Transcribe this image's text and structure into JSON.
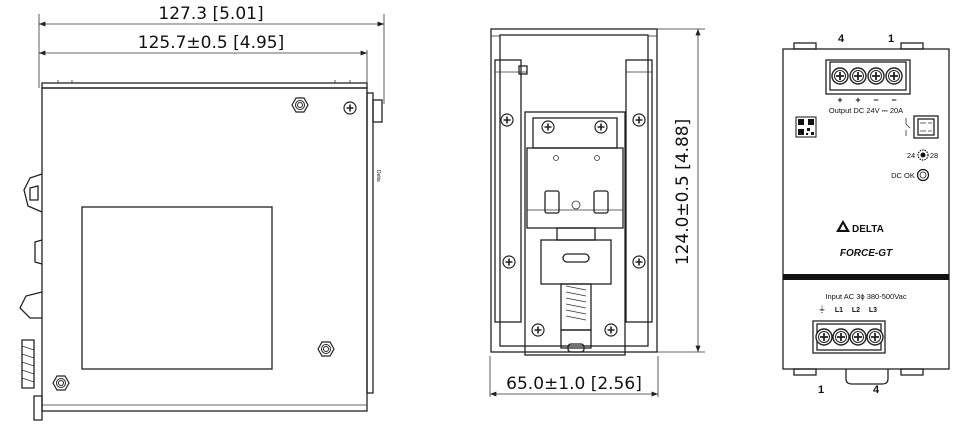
{
  "dimensions": {
    "overall_depth": "127.3 [5.01]",
    "body_depth": "125.7±0.5 [4.95]",
    "height": "124.0±0.5 [4.88]",
    "width": "65.0±1.0 [2.56]"
  },
  "front_panel": {
    "top_pin_left": "4",
    "top_pin_right": "1",
    "output_polarity": [
      "+",
      "+",
      "−",
      "−"
    ],
    "output_label": "Output DC 24V ⎓ 20A",
    "adjust_min": "24",
    "adjust_max": "28",
    "dc_ok_label": "DC OK",
    "brand": "DELTA",
    "model": "FORCE-GT",
    "input_label": "Input AC 3ϕ 380-500Vac",
    "input_terminals": [
      "⏚",
      "L1",
      "L2",
      "L3"
    ],
    "bottom_pin_left": "1",
    "bottom_pin_right": "4"
  },
  "side_view": {
    "side_label": "Delta"
  }
}
